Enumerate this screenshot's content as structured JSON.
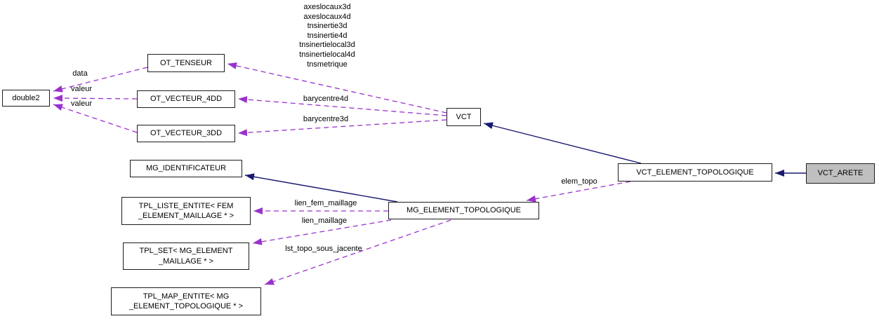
{
  "diagram": {
    "kind": "collaboration-graph",
    "highlighted_node": "VCT_ARETE",
    "colors": {
      "usage_edge": "#9a32cd",
      "inheritance_edge": "#191970",
      "node_border": "#1c1c1c",
      "node_fill": "#ffffff",
      "highlight_fill": "#bfbfbf"
    }
  },
  "nodes": [
    {
      "id": "double2",
      "label": "double2"
    },
    {
      "id": "ot-tenseur",
      "label": "OT_TENSEUR"
    },
    {
      "id": "ot-vecteur-4dd",
      "label": "OT_VECTEUR_4DD"
    },
    {
      "id": "ot-vecteur-3dd",
      "label": "OT_VECTEUR_3DD"
    },
    {
      "id": "vct",
      "label": "VCT"
    },
    {
      "id": "mg-identificateur",
      "label": "MG_IDENTIFICATEUR"
    },
    {
      "id": "tpl-liste-entite",
      "label": "TPL_LISTE_ENTITE< FEM\n_ELEMENT_MAILLAGE * >"
    },
    {
      "id": "mg-element-topologique",
      "label": "MG_ELEMENT_TOPOLOGIQUE"
    },
    {
      "id": "vct-element-topologique",
      "label": "VCT_ELEMENT_TOPOLOGIQUE"
    },
    {
      "id": "vct-arete",
      "label": "VCT_ARETE"
    },
    {
      "id": "tpl-set",
      "label": "TPL_SET< MG_ELEMENT\n_MAILLAGE * >"
    },
    {
      "id": "tpl-map-entite",
      "label": "TPL_MAP_ENTITE< MG\n_ELEMENT_TOPOLOGIQUE * >"
    }
  ],
  "edge_labels": [
    {
      "id": "data",
      "text": "data"
    },
    {
      "id": "valeur-4dd",
      "text": "valeur"
    },
    {
      "id": "valeur-3dd",
      "text": "valeur"
    },
    {
      "id": "tenseur-members",
      "text": "axeslocaux3d\naxeslocaux4d\ntnsinertie3d\ntnsinertie4d\ntnsinertielocal3d\ntnsinertielocal4d\ntnsmetrique"
    },
    {
      "id": "barycentre4d",
      "text": "barycentre4d"
    },
    {
      "id": "barycentre3d",
      "text": "barycentre3d"
    },
    {
      "id": "elem-topo",
      "text": "elem_topo"
    },
    {
      "id": "lien-fem-maillage",
      "text": "lien_fem_maillage"
    },
    {
      "id": "lien-maillage",
      "text": "lien_maillage"
    },
    {
      "id": "lst-topo-sous-jacente",
      "text": "lst_topo_sous_jacente"
    }
  ]
}
